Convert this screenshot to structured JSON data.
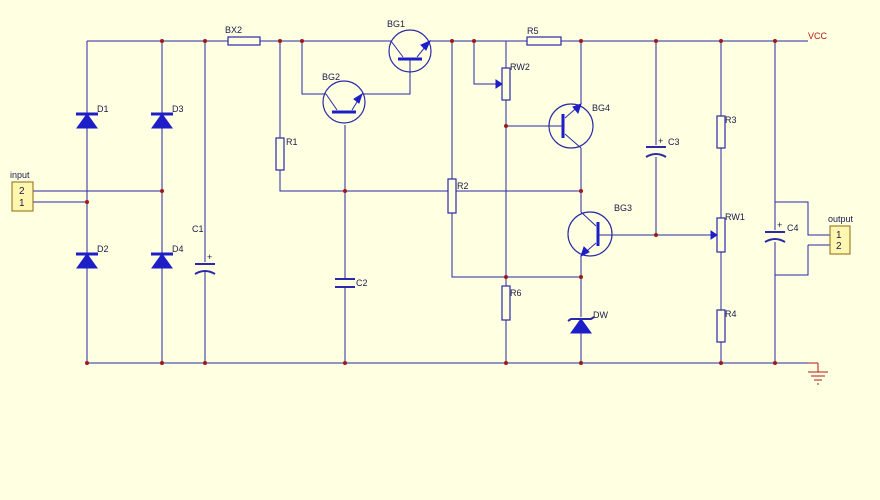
{
  "labels": {
    "vcc": "VCC",
    "input_title": "input",
    "input_pin_top": "2",
    "input_pin_bottom": "1",
    "output_title": "output",
    "output_pin_top": "1",
    "output_pin_bottom": "2",
    "plus": "+",
    "D1": "D1",
    "D2": "D2",
    "D3": "D3",
    "D4": "D4",
    "C1": "C1",
    "C2": "C2",
    "C3": "C3",
    "C4": "C4",
    "BX2": "BX2",
    "BG1": "BG1",
    "BG2": "BG2",
    "BG3": "BG3",
    "BG4": "BG4",
    "R1": "R1",
    "R2": "R2",
    "R3": "R3",
    "R4": "R4",
    "R5": "R5",
    "R6": "R6",
    "RW1": "RW1",
    "RW2": "RW2",
    "DW": "DW"
  },
  "colors": {
    "background": "#ffffe1",
    "wire": "#2a2aa8",
    "component_fill": "#1e1ec8",
    "junction": "#a01818",
    "vcc_label": "#b01818",
    "connector_fill": "#fff7b0"
  }
}
